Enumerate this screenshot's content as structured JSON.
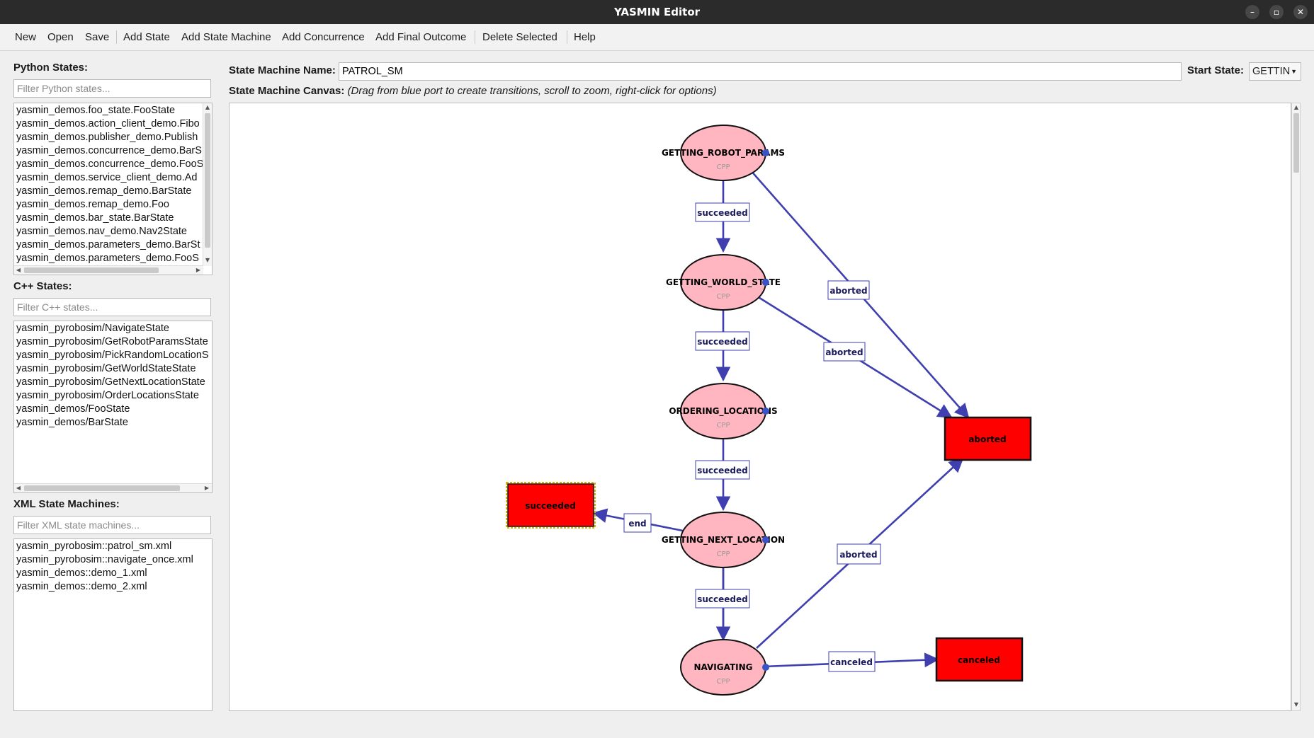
{
  "window": {
    "title": "YASMIN Editor",
    "controls": [
      "–",
      "▫",
      "✕"
    ]
  },
  "menu": {
    "new": "New",
    "open": "Open",
    "save": "Save",
    "add_state": "Add State",
    "add_state_machine": "Add State Machine",
    "add_concurrence": "Add Concurrence",
    "add_final_outcome": "Add Final Outcome",
    "delete_selected": "Delete Selected",
    "help": "Help"
  },
  "python_states": {
    "label": "Python States:",
    "placeholder": "Filter Python states...",
    "items": [
      "yasmin_demos.foo_state.FooState",
      "yasmin_demos.action_client_demo.Fibo",
      "yasmin_demos.publisher_demo.Publish",
      "yasmin_demos.concurrence_demo.BarS",
      "yasmin_demos.concurrence_demo.FooS",
      "yasmin_demos.service_client_demo.Ad",
      "yasmin_demos.remap_demo.BarState",
      "yasmin_demos.remap_demo.Foo",
      "yasmin_demos.bar_state.BarState",
      "yasmin_demos.nav_demo.Nav2State",
      "yasmin_demos.parameters_demo.BarSt",
      "yasmin_demos.parameters_demo.FooS"
    ]
  },
  "cpp_states": {
    "label": "C++ States:",
    "placeholder": "Filter C++ states...",
    "items": [
      "yasmin_pyrobosim/NavigateState",
      "yasmin_pyrobosim/GetRobotParamsState",
      "yasmin_pyrobosim/PickRandomLocationS",
      "yasmin_pyrobosim/GetWorldStateState",
      "yasmin_pyrobosim/GetNextLocationState",
      "yasmin_pyrobosim/OrderLocationsState",
      "yasmin_demos/FooState",
      "yasmin_demos/BarState"
    ]
  },
  "xml_state_machines": {
    "label": "XML State Machines:",
    "placeholder": "Filter XML state machines...",
    "items": [
      "yasmin_pyrobosim::patrol_sm.xml",
      "yasmin_pyrobosim::navigate_once.xml",
      "yasmin_demos::demo_1.xml",
      "yasmin_demos::demo_2.xml"
    ]
  },
  "header": {
    "sm_name_label": "State Machine Name:",
    "sm_name_value": "PATROL_SM",
    "start_state_label": "Start State:",
    "start_state_value": "GETTIN",
    "canvas_label": "State Machine Canvas:",
    "canvas_hint": "(Drag from blue port to create transitions, scroll to zoom, right-click for options)"
  },
  "diagram": {
    "state_type_label": "CPP",
    "states": [
      {
        "id": "s1",
        "name": "GETTING_ROBOT_PARAMS"
      },
      {
        "id": "s2",
        "name": "GETTING_WORLD_STATE"
      },
      {
        "id": "s3",
        "name": "ORDERING_LOCATIONS"
      },
      {
        "id": "s4",
        "name": "GETTING_NEXT_LOCATION"
      },
      {
        "id": "s5",
        "name": "NAVIGATING"
      }
    ],
    "outcomes": [
      {
        "id": "o_aborted",
        "name": "aborted"
      },
      {
        "id": "o_succeeded",
        "name": "succeeded"
      },
      {
        "id": "o_canceled",
        "name": "canceled"
      }
    ],
    "transitions": [
      {
        "from": "s1",
        "to": "s2",
        "label": "succeeded"
      },
      {
        "from": "s1",
        "to": "o_aborted",
        "label": "aborted"
      },
      {
        "from": "s2",
        "to": "s3",
        "label": "succeeded"
      },
      {
        "from": "s2",
        "to": "o_aborted",
        "label": "aborted"
      },
      {
        "from": "s3",
        "to": "s4",
        "label": "succeeded"
      },
      {
        "from": "s4",
        "to": "o_succeeded",
        "label": "end"
      },
      {
        "from": "s4",
        "to": "s5",
        "label": "succeeded"
      },
      {
        "from": "s5",
        "to": "o_aborted",
        "label": "aborted"
      },
      {
        "from": "s5",
        "to": "o_canceled",
        "label": "canceled"
      }
    ]
  },
  "colors": {
    "state_fill": "#ffb6c1",
    "outcome_fill": "#ff0000",
    "edge": "#3f3faf",
    "port": "#3a53c4",
    "selected_border": "#d6b400"
  }
}
